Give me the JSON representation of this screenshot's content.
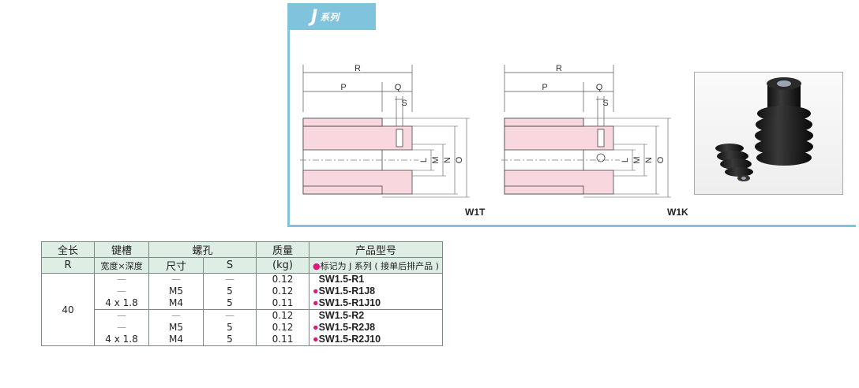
{
  "series": {
    "letter": "J",
    "label": "系列"
  },
  "dims": {
    "R": "R",
    "P": "P",
    "Q": "Q",
    "S": "S",
    "L": "L",
    "M": "M",
    "N": "N",
    "O": "O"
  },
  "views": {
    "left": "W1T",
    "right": "W1K"
  },
  "photo": {
    "icon": "worm-gear-photo"
  },
  "table": {
    "headers": {
      "length": "全长",
      "length_sub": "R",
      "keyway": "键槽",
      "keyway_sub": "宽度×深度",
      "screw": "螺孔",
      "screw_size": "尺寸",
      "screw_s": "S",
      "mass": "质量",
      "mass_sub": "(kg)",
      "model": "产品型号",
      "model_note": "标记为 J 系列 ( 接单后排产品 )"
    },
    "length_value": "40",
    "dash": "—",
    "groups": [
      {
        "rows": [
          {
            "keyway": "—",
            "size": "—",
            "s": "—",
            "mass": "0.12",
            "model": "SW1.5-R1",
            "marked": false
          },
          {
            "keyway": "—",
            "size": "M5",
            "s": "5",
            "mass": "0.12",
            "model": "SW1.5-R1J8",
            "marked": true
          },
          {
            "keyway": "4 x 1.8",
            "size": "M4",
            "s": "5",
            "mass": "0.11",
            "model": "SW1.5-R1J10",
            "marked": true
          }
        ]
      },
      {
        "rows": [
          {
            "keyway": "—",
            "size": "—",
            "s": "—",
            "mass": "0.12",
            "model": "SW1.5-R2",
            "marked": false
          },
          {
            "keyway": "—",
            "size": "M5",
            "s": "5",
            "mass": "0.12",
            "model": "SW1.5-R2J8",
            "marked": true
          },
          {
            "keyway": "4 x 1.8",
            "size": "M4",
            "s": "5",
            "mass": "0.11",
            "model": "SW1.5-R2J10",
            "marked": true
          }
        ]
      }
    ]
  },
  "colors": {
    "accent": "#7fc3dc",
    "pink": "#f8d7df",
    "marker": "#e0157e",
    "header_bg": "#dfeee5"
  }
}
